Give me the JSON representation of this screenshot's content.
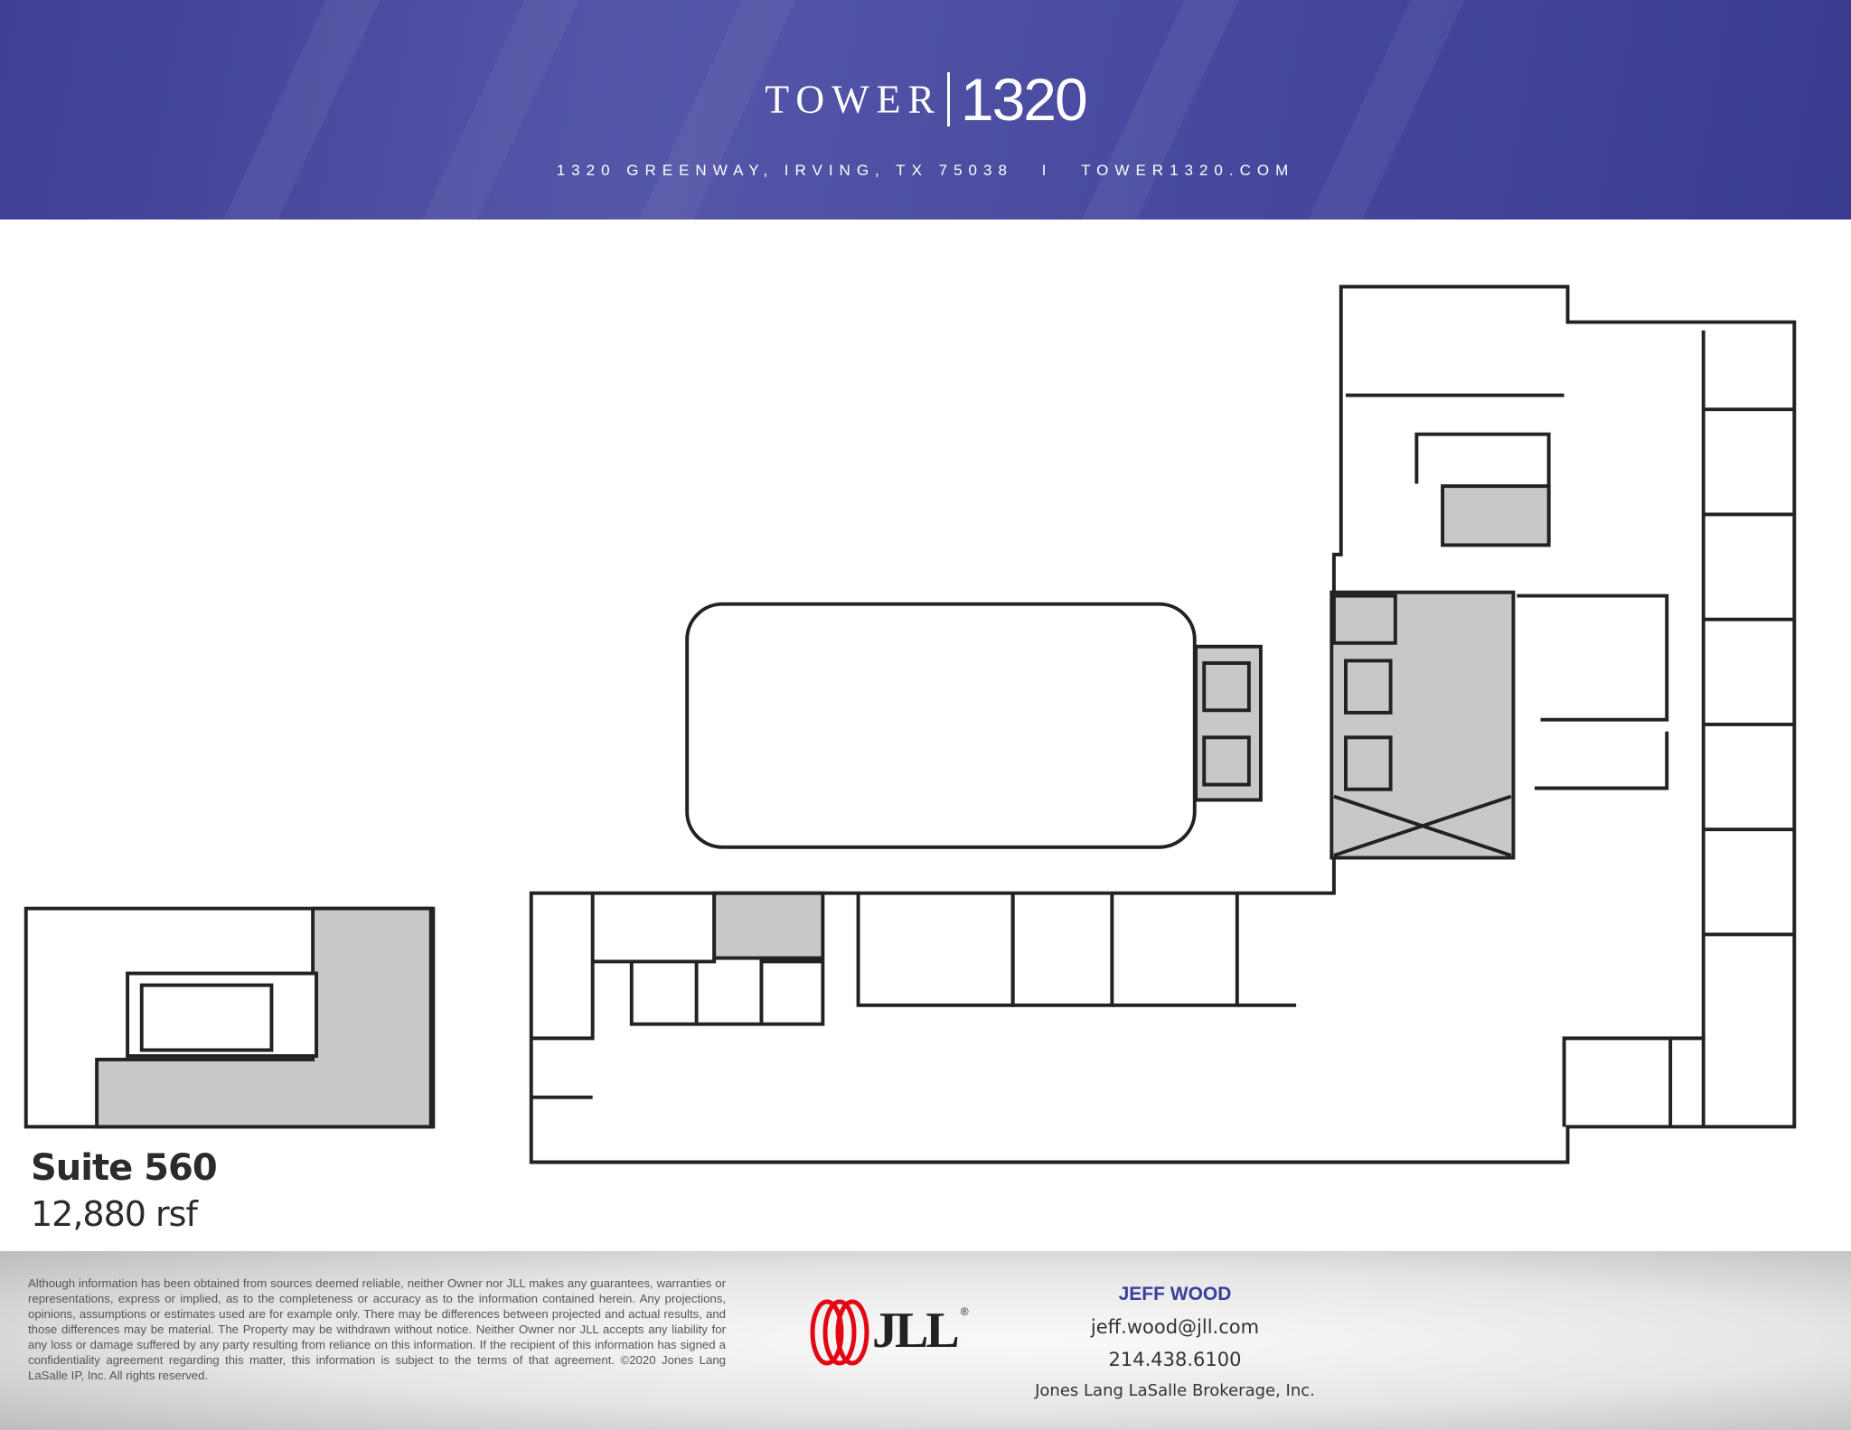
{
  "header": {
    "logo_word": "TOWER",
    "logo_number": "1320",
    "address": "1320 GREENWAY, IRVING, TX 75038",
    "separator": "I",
    "website": "TOWER1320.COM"
  },
  "suite": {
    "name": "Suite 560",
    "area": "12,880 rsf"
  },
  "footer": {
    "disclaimer": "Although information has been obtained from sources deemed reliable, neither Owner nor JLL makes any guarantees, warranties or representations, express or implied, as to the completeness or accuracy as to the information contained herein. Any projections, opinions, assumptions or estimates used are for example only. There may be differences between projected and actual results, and those differences may be material. The Property may be withdrawn without notice. Neither Owner nor JLL accepts any liability for any loss or damage suffered by any party resulting from reliance on this information. If the recipient of this information has signed a confidentiality agreement regarding this matter, this information is subject to the terms of that agreement. ©2020 Jones Lang LaSalle IP, Inc. All rights reserved.",
    "brand_logo": "JLL",
    "brand_color": "#e30613",
    "contact": {
      "name": "JEFF WOOD",
      "email": "jeff.wood@jll.com",
      "phone": "214.438.6100",
      "company": "Jones Lang LaSalle Brokerage, Inc."
    }
  },
  "colors": {
    "header_bg": "#4a4ba0",
    "accent": "#3a3f9a",
    "core_fill": "#c8c8c8"
  }
}
